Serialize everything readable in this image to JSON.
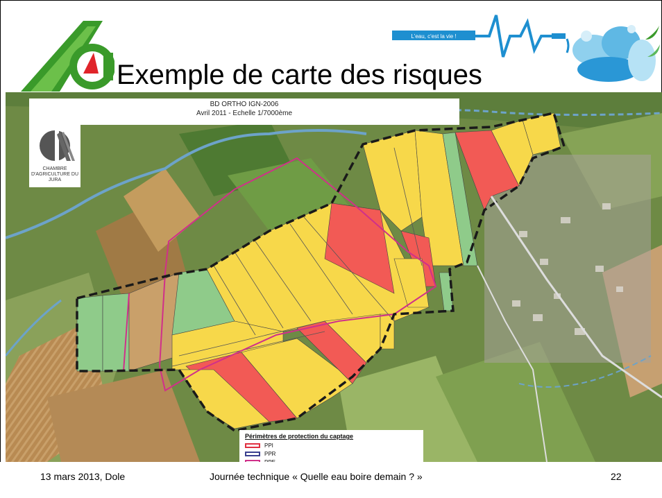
{
  "slide": {
    "title": "Exemple de carte des risques",
    "banner_tagline": "L'eau, c'est la vie !"
  },
  "map": {
    "header_line1": "BD ORTHO IGN-2006",
    "header_line2": "Avril 2011 - Echelle 1/7000ème",
    "institution": "CHAMBRE D'AGRICULTURE DU JURA",
    "legend": {
      "title": "Périmètres de protection du captage",
      "items": [
        {
          "label": "PPI",
          "color": "#e03040"
        },
        {
          "label": "PPR",
          "color": "#3a3f8f"
        },
        {
          "label": "PPE",
          "color": "#d0308a"
        }
      ]
    },
    "risk_colors": {
      "high": "#f25a55",
      "medium": "#f7d84a",
      "low": "#8fcb8a"
    }
  },
  "footer": {
    "date_place": "13 mars 2013, Dole",
    "event": "Journée technique « Quelle eau boire demain ? »",
    "page_number": "22"
  }
}
